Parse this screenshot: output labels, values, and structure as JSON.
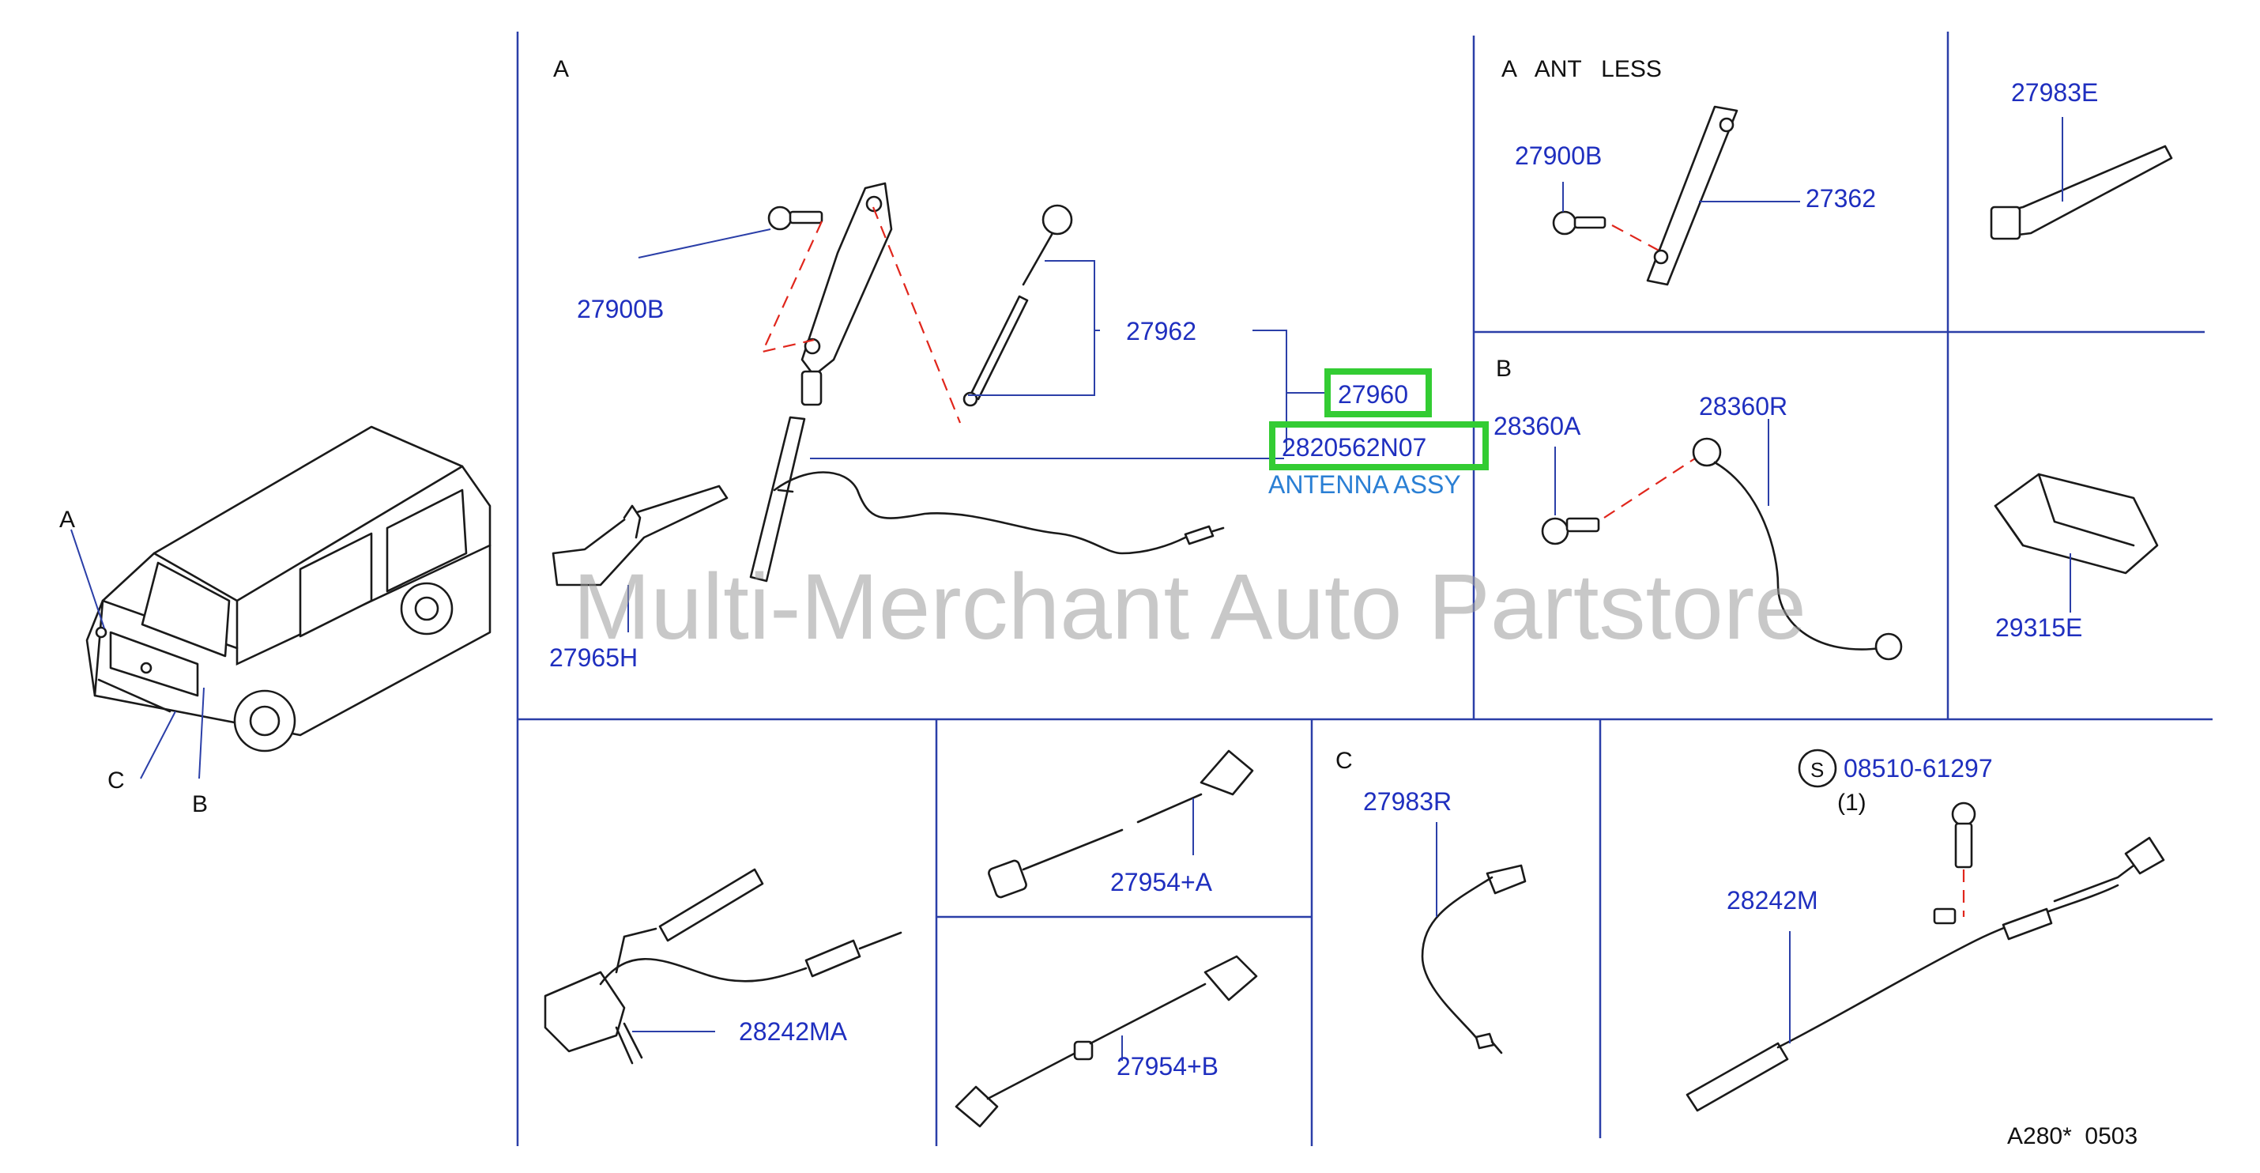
{
  "watermark": "Multi-Merchant Auto Partstore",
  "footer_code": "A280*  0503",
  "sections": {
    "a_main": "A",
    "a_ant_less": "A   ANT   LESS",
    "b": "B",
    "c": "C"
  },
  "vehicle_callouts": {
    "a": "A",
    "b": "B",
    "c": "C"
  },
  "parts": {
    "p27900B_main": "27900B",
    "p27962": "27962",
    "p27960": "27960",
    "p2820562N07": "2820562N07",
    "antenna_assy": "ANTENNA ASSY",
    "p27965H": "27965H",
    "p27900B_less": "27900B",
    "p27362": "27362",
    "p27983E": "27983E",
    "p28360A": "28360A",
    "p28360R": "28360R",
    "p29315E": "29315E",
    "p28242MA": "28242MA",
    "p27954A": "27954+A",
    "p27954B": "27954+B",
    "p27983R": "27983R",
    "s_symbol": "S",
    "p08510_61297": "08510-61297",
    "qty_1": "(1)",
    "p28242M": "28242M"
  },
  "colors": {
    "part_number": "#1f2fbf",
    "highlight": "#33cc33",
    "dashed_link": "#e0261c",
    "frame": "#2b3fa8"
  }
}
